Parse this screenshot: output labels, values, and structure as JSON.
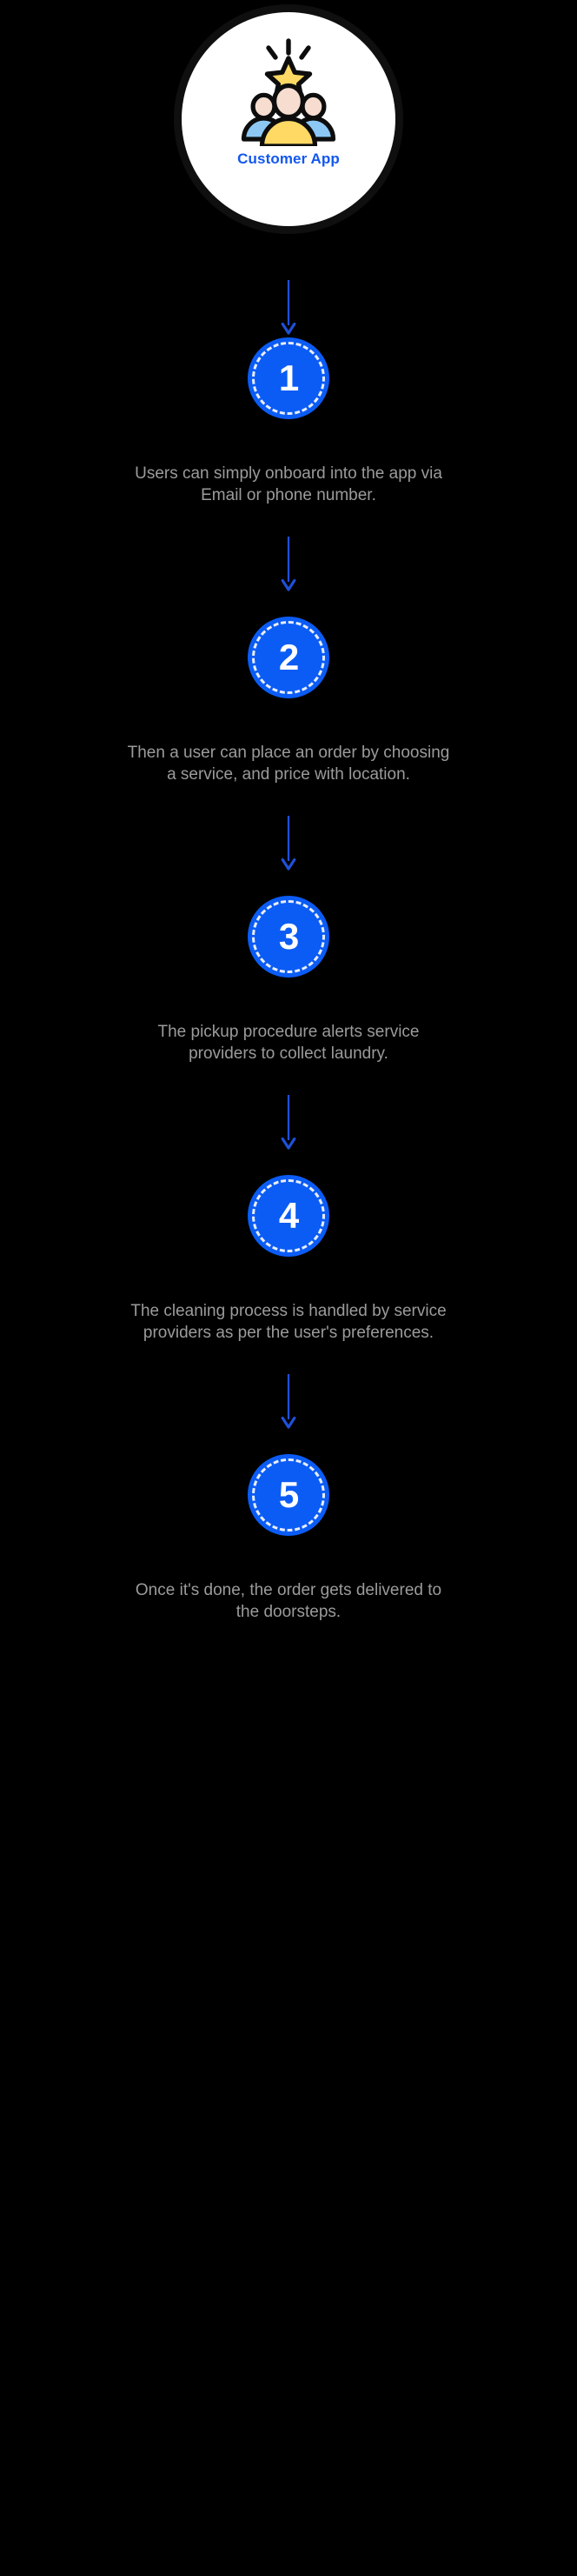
{
  "page": {
    "background_color": "#000000",
    "accent_blue": "#0b5cf5",
    "label_blue": "#1257f0",
    "caption_gray": "#9b9b9b",
    "arrow_blue": "#1f50d8"
  },
  "hero": {
    "label": "Customer App",
    "icon_name": "people-with-star-icon",
    "disc_color": "#ffffff",
    "star_color": "#ffd964",
    "person_center_color": "#ffd964",
    "person_side_color": "#8dc8f5",
    "skin_color": "#f6ddd0"
  },
  "steps": [
    {
      "number": "1",
      "text": "Users can simply onboard into the app via\nEmail or phone number."
    },
    {
      "number": "2",
      "text": "Then a user can place an order by choosing\na service, and price with location."
    },
    {
      "number": "3",
      "text": "The pickup procedure alerts service\nproviders to collect laundry."
    },
    {
      "number": "4",
      "text": "The cleaning process is handled by service\nproviders as per the user's preferences."
    },
    {
      "number": "5",
      "text": "Once it's done, the order gets delivered to\nthe doorsteps."
    }
  ]
}
